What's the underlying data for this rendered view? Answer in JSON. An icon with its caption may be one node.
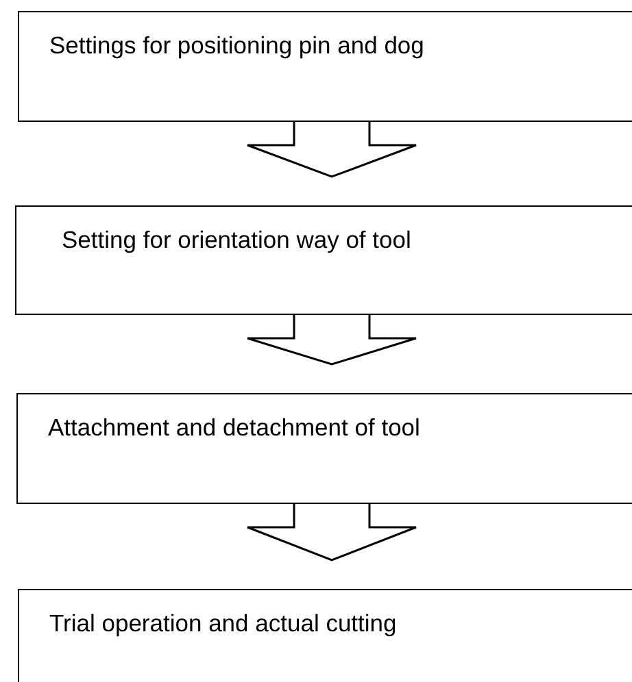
{
  "diagram": {
    "nodes": [
      {
        "text": [
          "Settings for positioning pin and dog"
        ]
      },
      {
        "text": [
          "Setting for orientation way of tool"
        ]
      },
      {
        "text": [
          "Attachment and detachment of tool"
        ]
      },
      {
        "text": [
          "Trial operation and actual cutting"
        ]
      }
    ],
    "edges": [
      {
        "from": 0,
        "to": 1,
        "arrow": "to"
      },
      {
        "from": 1,
        "to": 2,
        "arrow": "to"
      },
      {
        "from": 2,
        "to": 3,
        "arrow": "to"
      }
    ]
  }
}
